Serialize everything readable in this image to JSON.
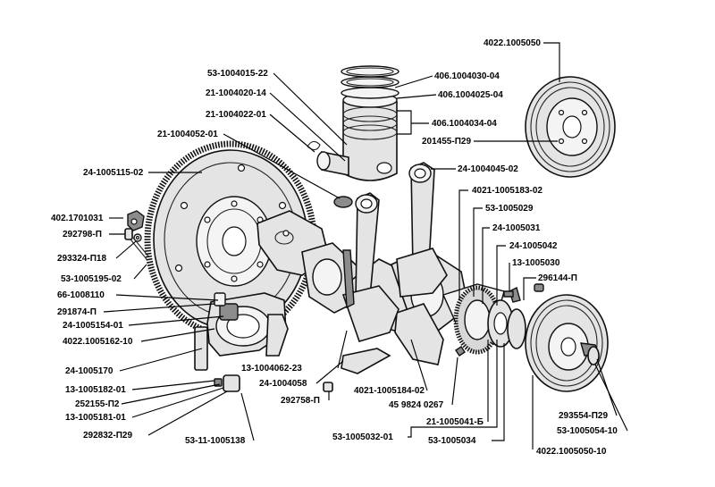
{
  "labels": {
    "l_4022_1005050": "4022.1005050",
    "l_53_1004015_22": "53-1004015-22",
    "l_21_1004020_14": "21-1004020-14",
    "l_21_1004022_01": "21-1004022-01",
    "l_21_1004052_01": "21-1004052-01",
    "l_24_1005115_02": "24-1005115-02",
    "l_402_1701031": "402.1701031",
    "l_292798_p": "292798-П",
    "l_293324_p18": "293324-П18",
    "l_53_1005195_02": "53-1005195-02",
    "l_66_1008110": "66-1008110",
    "l_291874_p": "291874-П",
    "l_24_1005154_01": "24-1005154-01",
    "l_4022_1005162_10": "4022.1005162-10",
    "l_24_1005170": "24-1005170",
    "l_13_1005182_01": "13-1005182-01",
    "l_252155_p2": "252155-П2",
    "l_13_1005181_01": "13-1005181-01",
    "l_292832_p29": "292832-П29",
    "l_53_11_1005138": "53-11-1005138",
    "l_13_1004062_23": "13-1004062-23",
    "l_24_1004058": "24-1004058",
    "l_292758_p": "292758-П",
    "l_406_1004030_04": "406.1004030-04",
    "l_406_1004025_04": "406.1004025-04",
    "l_406_1004034_04": "406.1004034-04",
    "l_201455_p29": "201455-П29",
    "l_24_1004045_02": "24-1004045-02",
    "l_4021_1005183_02": "4021-1005183-02",
    "l_53_1005029": "53-1005029",
    "l_24_1005031": "24-1005031",
    "l_24_1005042": "24-1005042",
    "l_13_1005030": "13-1005030",
    "l_296144_p": "296144-П",
    "l_4021_1005184_02": "4021-1005184-02",
    "l_45_9824_0267": "45 9824 0267",
    "l_21_1005041_b": "21-1005041-Б",
    "l_53_1005032_01": "53-1005032-01",
    "l_53_1005034": "53-1005034",
    "l_293554_p29": "293554-П29",
    "l_53_1005054_10": "53-1005054-10",
    "l_4022_1005050_10": "4022.1005050-10"
  }
}
